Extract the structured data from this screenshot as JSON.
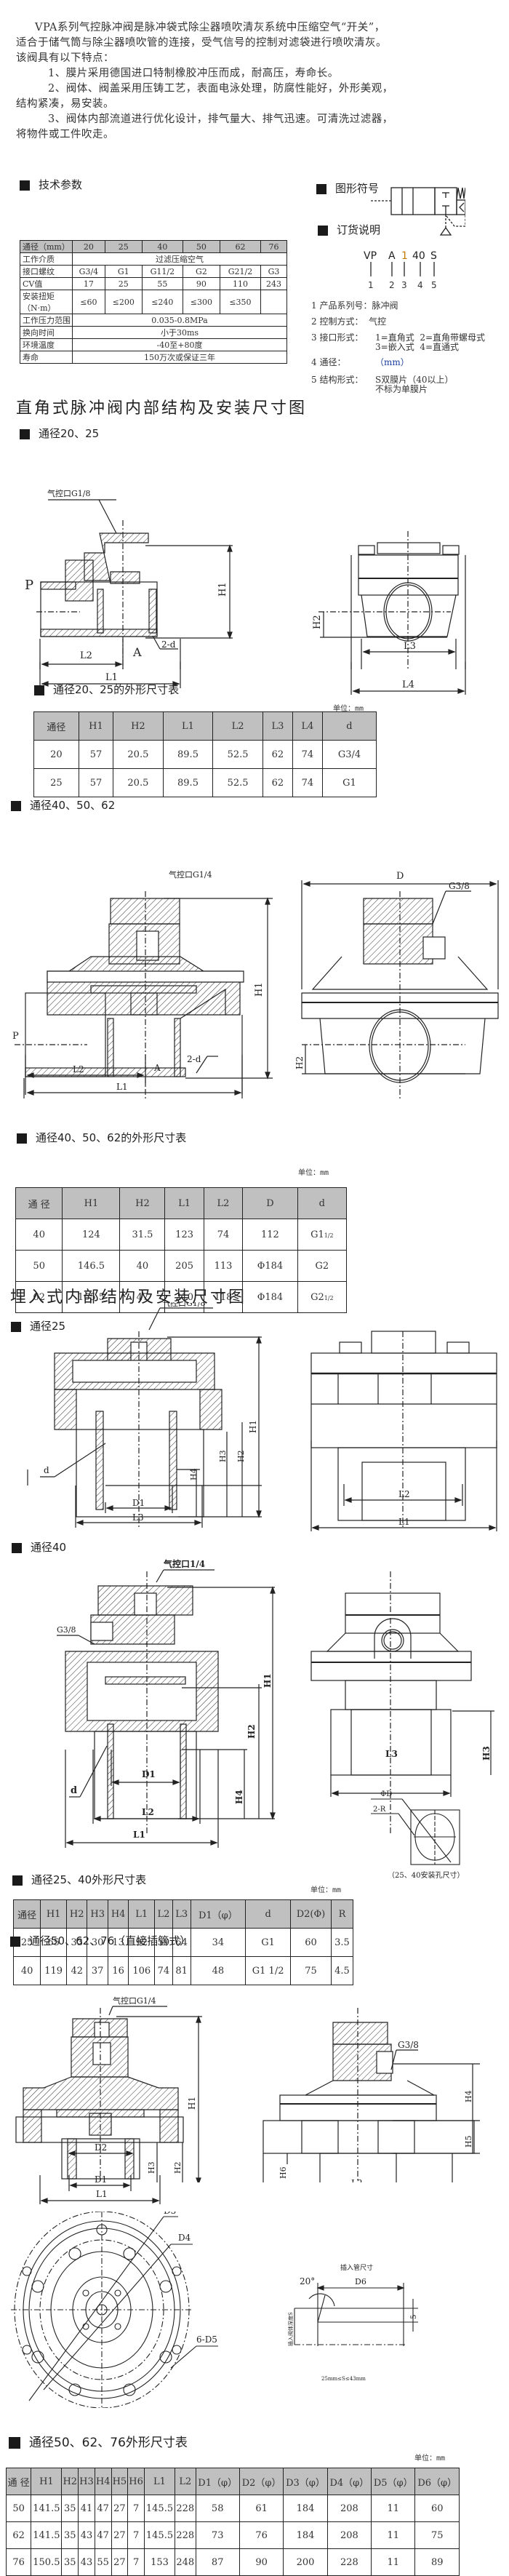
{
  "intro": {
    "lines": [
      "VPA系列气控脉冲阀是脉冲袋式除尘器喷吹清灰系统中压缩空气“开关”，",
      "适合于储气筒与除尘器喷吹管的连接，受气信号的控制对滤袋进行喷吹清灰。",
      "该阀具有以下特点：",
      "1、膜片采用德国进口特制橡胶冲压而成，耐高压，寿命长。",
      "2、阀体、阀盖采用压铸工艺，表面电泳处理，防腐性能好，外形美观，",
      "结构紧凑，易安装。",
      "3、阀体内部流道进行优化设计，排气量大、排气迅速。可清洗过滤器，",
      "将物件或工件吹走。"
    ]
  },
  "tech": {
    "title": "技术参数",
    "header": [
      "通径（mm）",
      "20",
      "25",
      "40",
      "50",
      "62",
      "76"
    ],
    "rows": [
      {
        "label": "工作介质",
        "span": "过滤压缩空气"
      },
      {
        "label": "接口螺纹",
        "values": [
          "G3/4",
          "G1",
          "G11/2",
          "G2",
          "G21/2",
          "G3"
        ]
      },
      {
        "label": "CV值",
        "values": [
          "17",
          "25",
          "55",
          "90",
          "110",
          "243"
        ]
      },
      {
        "label": "安装扭矩（N·m）",
        "values": [
          "≤60",
          "≤200",
          "≤240",
          "≤300",
          "≤350",
          ""
        ]
      },
      {
        "label": "工作压力范围",
        "span": "0.035-0.8MPa"
      },
      {
        "label": "换向时间",
        "span": "小于30ms"
      },
      {
        "label": "环境温度",
        "span": "-40至+80度"
      },
      {
        "label": "寿命",
        "span": "150万次或保证三年"
      }
    ]
  },
  "symbol": {
    "title": "图形符号"
  },
  "order": {
    "title": "订货说明",
    "code": [
      "VP",
      "A",
      "1",
      "40",
      "S"
    ],
    "indices": [
      "1",
      "2",
      "3",
      "4",
      "5"
    ],
    "items": [
      {
        "no": "1",
        "label": "产品系列号：",
        "value": "脉冲阀"
      },
      {
        "no": "2",
        "label": "控制方式：",
        "value": "气控"
      },
      {
        "no": "3",
        "label": "接口形式：",
        "value": "1=直角式  2=直角带螺母式",
        "value2": "3=嵌入式  4=直通式"
      },
      {
        "no": "4",
        "label": "通径：",
        "value": "（mm）"
      },
      {
        "no": "5",
        "label": "结构形式：",
        "value": "S双膜片（40以上）",
        "value2": "不标为单膜片"
      }
    ]
  },
  "right_angle": {
    "title": "直角式脉冲阀内部结构及安装尺寸图",
    "sec1": {
      "title": "通径20、25",
      "labels": {
        "port": "气控口G1/8",
        "p": "P",
        "a": "A",
        "h1": "H1",
        "h2": "H2",
        "l1": "L1",
        "l2": "L2",
        "l3": "L3",
        "l4": "L4",
        "d": "2-d"
      }
    },
    "table1": {
      "title": "通径20、25的外形尺寸表",
      "unit": "单位：mm",
      "headers": [
        "通径",
        "H1",
        "H2",
        "L1",
        "L2",
        "L3",
        "L4",
        "d"
      ],
      "rows": [
        [
          "20",
          "57",
          "20.5",
          "89.5",
          "52.5",
          "62",
          "74",
          "G3/4"
        ],
        [
          "25",
          "57",
          "20.5",
          "89.5",
          "52.5",
          "62",
          "74",
          "G1"
        ]
      ]
    },
    "sec2": {
      "title": "通径40、50、62",
      "labels": {
        "port": "气控口G1/4",
        "g38": "G3/8",
        "p": "P",
        "a": "A",
        "h1": "H1",
        "h2": "H2",
        "l1": "L1",
        "l2": "L2",
        "dd": "D",
        "d": "2-d"
      }
    },
    "table2": {
      "title": "通径40、50、62的外形尺寸表",
      "unit": "单位：mm",
      "headers": [
        "通 径",
        "H1",
        "H2",
        "L1",
        "L2",
        "D",
        "d"
      ],
      "rows": [
        [
          "40",
          "124",
          "31.5",
          "123",
          "74",
          "112",
          "G1",
          "1/2"
        ],
        [
          "50",
          "146.5",
          "40",
          "205",
          "113",
          "Φ184",
          "G2",
          ""
        ],
        [
          "62",
          "165.5",
          "47",
          "210",
          "118",
          "Φ184",
          "G2",
          "1/2"
        ]
      ]
    }
  },
  "embedded": {
    "title": "埋入式内部结构及安装尺寸图",
    "sec1": {
      "title": "通径25",
      "labels": {
        "port": "气控口G1/8",
        "h1": "H1",
        "h2": "H2",
        "h3": "H3",
        "h4": "H4",
        "d": "d",
        "d1": "D1",
        "l1": "L1",
        "l2": "L2",
        "l3": "L3"
      }
    },
    "sec2": {
      "title": "通径40",
      "labels": {
        "port": "气控口1/4",
        "g38": "G3/8",
        "h1": "H1",
        "h2": "H2",
        "h3": "H3",
        "h4": "H4",
        "d": "d",
        "d1": "D1",
        "l1": "L1",
        "l2": "L2",
        "l3": "L3"
      }
    },
    "hole": {
      "phi_d": "ΦD",
      "r": "2-R",
      "caption": "（25、40安装孔尺寸）"
    },
    "table": {
      "title": "通径25、40外形尺寸表",
      "unit": "单位：mm",
      "headers": [
        "通径",
        "H1",
        "H2",
        "H3",
        "H4",
        "L1",
        "L2",
        "L3",
        "D1（φ）",
        "d",
        "D2(Φ)",
        "R"
      ],
      "rows": [
        [
          "25",
          "65",
          "33",
          "30",
          "13",
          "92",
          "59",
          "64",
          "34",
          "G1",
          "60",
          "3.5"
        ],
        [
          "40",
          "119",
          "42",
          "37",
          "16",
          "106",
          "74",
          "81",
          "48",
          "G1 1/2",
          "75",
          "4.5"
        ]
      ]
    }
  },
  "direct": {
    "title": "通径50、62、76（直接插管式）",
    "labels": {
      "port": "气控口G1/4",
      "g38": "G3/8",
      "h1": "H1",
      "h2": "H2",
      "h3": "H3",
      "h4": "H4",
      "h5": "H5",
      "h6": "H6",
      "d1": "D1",
      "d2": "D2",
      "l1": "L1",
      "l2": "L2",
      "d3": "D3",
      "d4": "D4",
      "d5": "6-D5"
    },
    "pipe": {
      "title": "插入管尺寸",
      "angle": "20°",
      "d6": "D6",
      "five": "5",
      "depth": "插入阀体深度S",
      "range": "25mm≤S≤43mm"
    },
    "table": {
      "title": "通径50、62、76外形尺寸表",
      "unit": "单位：mm",
      "headers": [
        "通 径",
        "H1",
        "H2",
        "H3",
        "H4",
        "H5",
        "H6",
        "L1",
        "L2",
        "D1（φ）",
        "D2（φ）",
        "D3（φ）",
        "D4（φ）",
        "D5（φ）",
        "D6（φ）"
      ],
      "rows": [
        [
          "50",
          "141.5",
          "35",
          "41",
          "47",
          "27",
          "7",
          "145.5",
          "228",
          "58",
          "61",
          "184",
          "208",
          "11",
          "60"
        ],
        [
          "62",
          "141.5",
          "35",
          "43",
          "47",
          "27",
          "7",
          "145.5",
          "228",
          "73",
          "76",
          "184",
          "208",
          "11",
          "75"
        ],
        [
          "76",
          "150.5",
          "35",
          "43",
          "55",
          "27",
          "7",
          "153",
          "248",
          "87",
          "90",
          "200",
          "228",
          "11",
          "89"
        ]
      ]
    }
  }
}
